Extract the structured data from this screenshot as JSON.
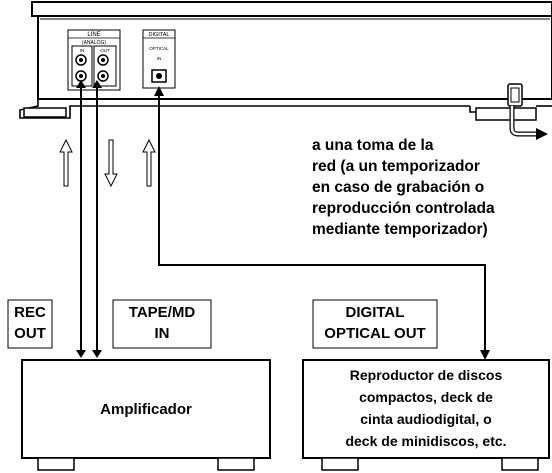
{
  "panel": {
    "line_label": "LINE",
    "analog_label": "(ANALOG)",
    "in_label": "IN",
    "out_label": "OUT",
    "digital_label": "DIGITAL",
    "optical_label": "OPTICAL",
    "optical_in_label": "IN"
  },
  "power_caption": [
    "a una toma de la",
    "red (a un temporizador",
    "en caso de grabación o",
    "reproducción controlada",
    "mediante temporizador)"
  ],
  "labels": {
    "rec_out": [
      "REC",
      "OUT"
    ],
    "tape_md_in": [
      "TAPE/MD",
      "IN"
    ],
    "digital_optical_out": [
      "DIGITAL",
      "OPTICAL OUT"
    ]
  },
  "devices": {
    "amplifier": "Amplificador",
    "source": [
      "Reproductor de discos",
      "compactos, deck de",
      "cinta audiodigital, o",
      "deck de minidiscos, etc."
    ]
  }
}
